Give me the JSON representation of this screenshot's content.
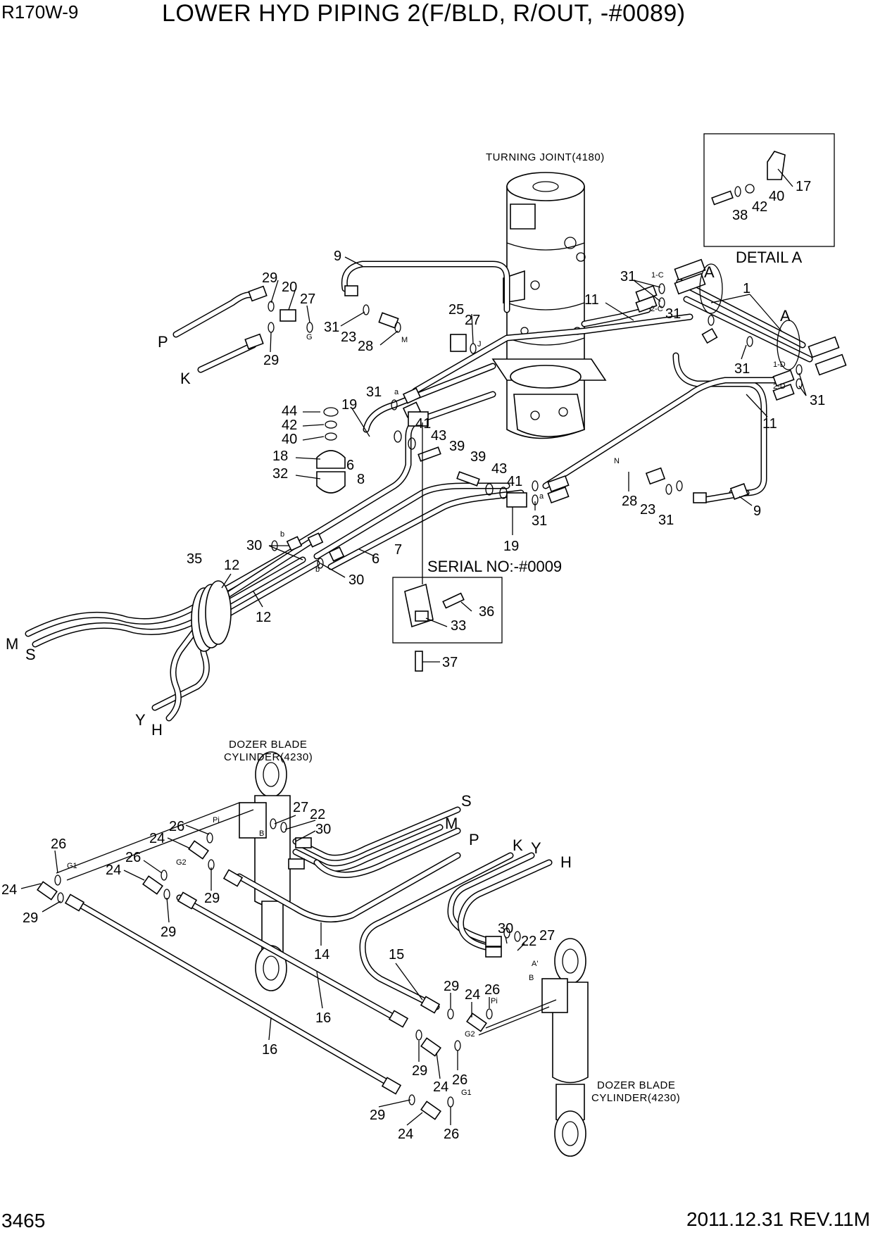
{
  "header": {
    "model": "R170W-9",
    "title": "LOWER HYD PIPING 2(F/BLD, R/OUT, -#0089)"
  },
  "footer": {
    "page_number": "3465",
    "revision": "2011.12.31  REV.11M"
  },
  "captions": {
    "turning_joint": "TURNING JOINT(4180)",
    "detail_a": "DETAIL A",
    "serial_no": "SERIAL NO:-#0009",
    "dozer_blade_cylinder_top_line1": "DOZER BLADE",
    "dozer_blade_cylinder_top_line2": "CYLINDER(4230)",
    "dozer_blade_cylinder_bottom_line1": "DOZER BLADE",
    "dozer_blade_cylinder_bottom_line2": "CYLINDER(4230)"
  },
  "port_letters": {
    "P": "P",
    "K": "K",
    "M": "M",
    "S": "S",
    "Y": "Y",
    "H": "H",
    "A": "A"
  },
  "small_marks": {
    "G": "G",
    "J": "J",
    "M": "M",
    "N": "N",
    "a": "a",
    "b": "b",
    "c1": "1-C",
    "c2": "2-C",
    "d1": "1-D",
    "d2": "2-D",
    "G1": "G1",
    "G2": "G2",
    "Pi": "Pi",
    "A_prime": "A'",
    "B": "B"
  },
  "part_numbers": {
    "p1": "1",
    "p6": "6",
    "p7": "7",
    "p8": "8",
    "p9": "9",
    "p11": "11",
    "p12": "12",
    "p14": "14",
    "p15": "15",
    "p16": "16",
    "p17": "17",
    "p18": "18",
    "p19": "19",
    "p20": "20",
    "p22": "22",
    "p23": "23",
    "p24": "24",
    "p25": "25",
    "p26": "26",
    "p27": "27",
    "p28": "28",
    "p29": "29",
    "p30": "30",
    "p31": "31",
    "p32": "32",
    "p33": "33",
    "p35": "35",
    "p36": "36",
    "p37": "37",
    "p38": "38",
    "p39": "39",
    "p40": "40",
    "p41": "41",
    "p42": "42",
    "p43": "43",
    "p44": "44"
  }
}
